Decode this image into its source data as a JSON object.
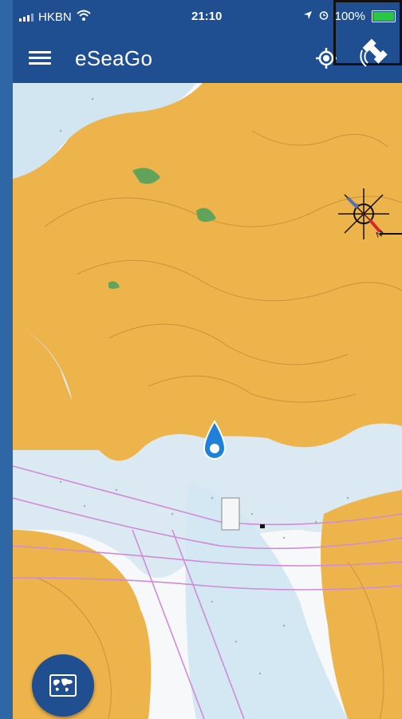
{
  "status": {
    "carrier": "HKBN",
    "time": "21:10",
    "battery": "100%",
    "battery_level": 1.0
  },
  "app": {
    "title": "eSeaGo",
    "menu_icon": "hamburger-menu-icon",
    "locate_icon": "locate-me-icon",
    "gps_icon": "satellite-icon"
  },
  "map": {
    "compass_icon": "compass-icon",
    "marker_icon": "location-marker-icon",
    "layer_icon": "world-map-icon"
  },
  "colors": {
    "app_bar": "#1f4f91",
    "land": "#edb44c",
    "water_shallow": "#cfe6f2",
    "water_deep": "#f6f8f9",
    "route": "#d08bd6",
    "marker": "#1e80d8"
  }
}
